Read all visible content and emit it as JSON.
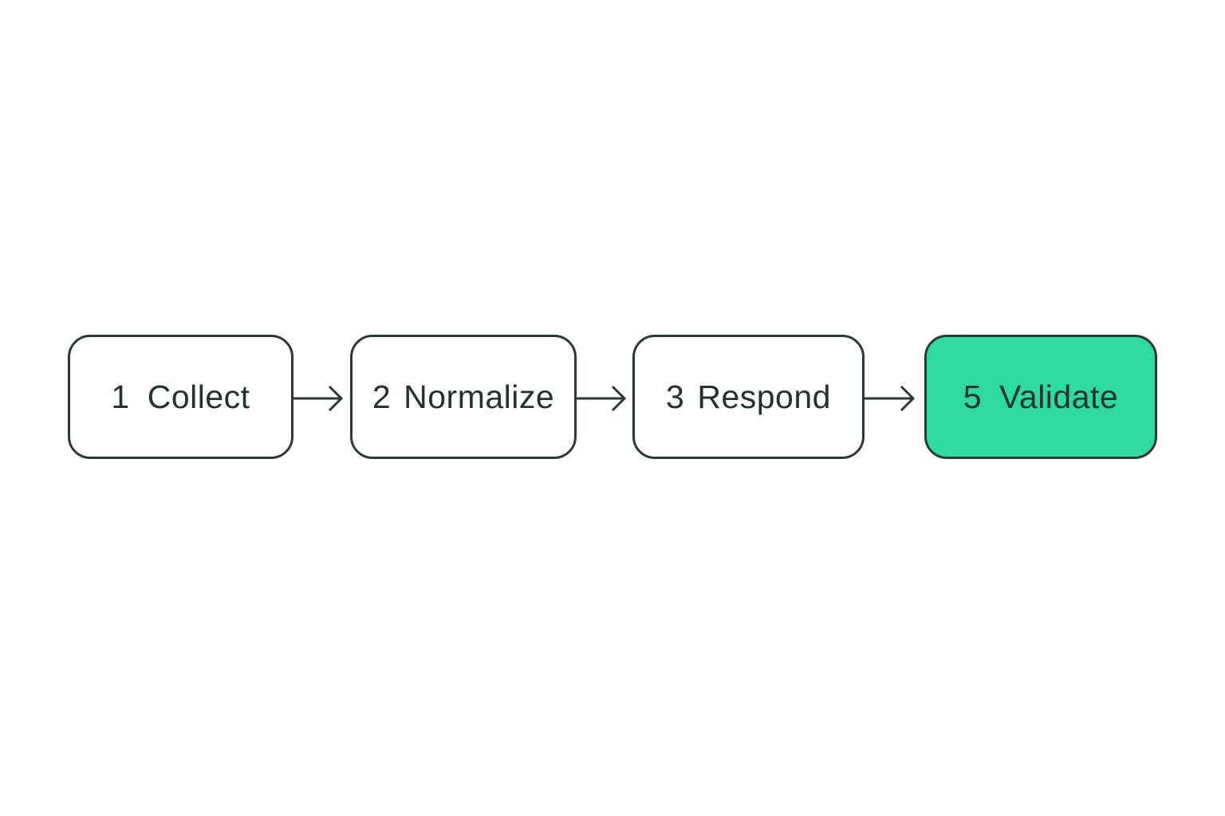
{
  "steps": [
    {
      "number": "1",
      "label": "Collect",
      "active": false
    },
    {
      "number": "2",
      "label": "Normalize",
      "active": false
    },
    {
      "number": "3",
      "label": "Respond",
      "active": false
    },
    {
      "number": "5",
      "label": "Validate",
      "active": true
    }
  ],
  "colors": {
    "border": "#2c3a33",
    "text": "#24332c",
    "active_fill": "#2ddb9f",
    "background": "#ffffff"
  },
  "icons": [
    "arrow-right-icon"
  ]
}
